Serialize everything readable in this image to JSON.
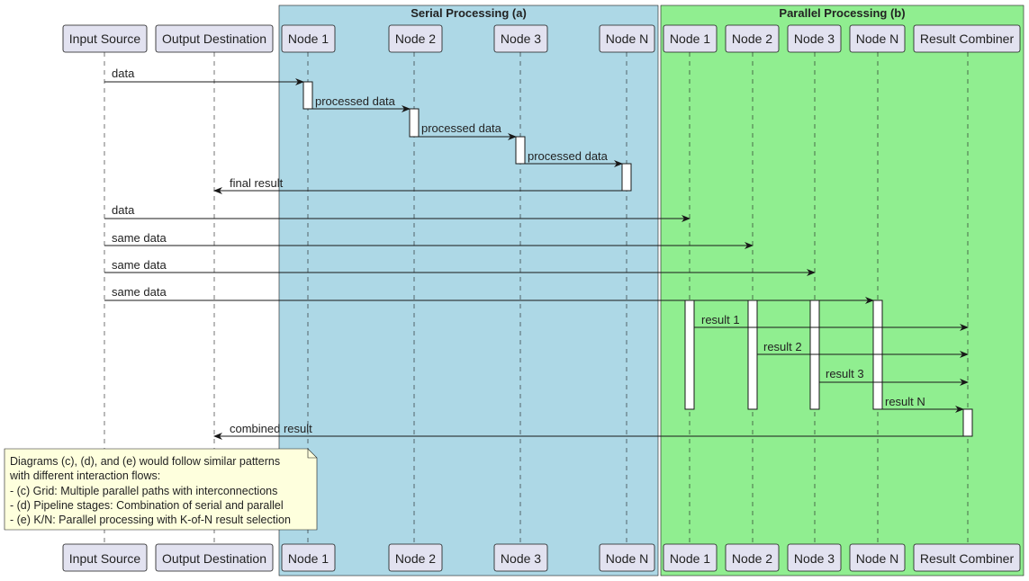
{
  "groups": {
    "serial": {
      "title": "Serial Processing (a)",
      "color": "#ADD8E6"
    },
    "parallel": {
      "title": "Parallel Processing (b)",
      "color": "#90EE90"
    }
  },
  "participants": {
    "input": "Input Source",
    "output": "Output Destination",
    "s_node1": "Node 1",
    "s_node2": "Node 2",
    "s_node3": "Node 3",
    "s_nodeN": "Node N",
    "p_node1": "Node 1",
    "p_node2": "Node 2",
    "p_node3": "Node 3",
    "p_nodeN": "Node N",
    "combiner": "Result Combiner"
  },
  "messages": {
    "m1": "data",
    "m2": "processed data",
    "m3": "processed data",
    "m4": "processed data",
    "m5": "final result",
    "m6": "data",
    "m7": "same data",
    "m8": "same data",
    "m9": "same data",
    "m10": "result 1",
    "m11": "result 2",
    "m12": "result 3",
    "m13": "result N",
    "m14": "combined result"
  },
  "note": {
    "lines": [
      "Diagrams (c), (d), and (e) would follow similar patterns",
      "with different interaction flows:",
      "- (c) Grid: Multiple parallel paths with interconnections",
      "- (d) Pipeline stages: Combination of serial and parallel",
      "- (e) K/N: Parallel processing with K-of-N result selection"
    ],
    "color": "#FEFFDD"
  },
  "colors": {
    "participant_fill": "#E2E2F0",
    "line": "#181818"
  }
}
